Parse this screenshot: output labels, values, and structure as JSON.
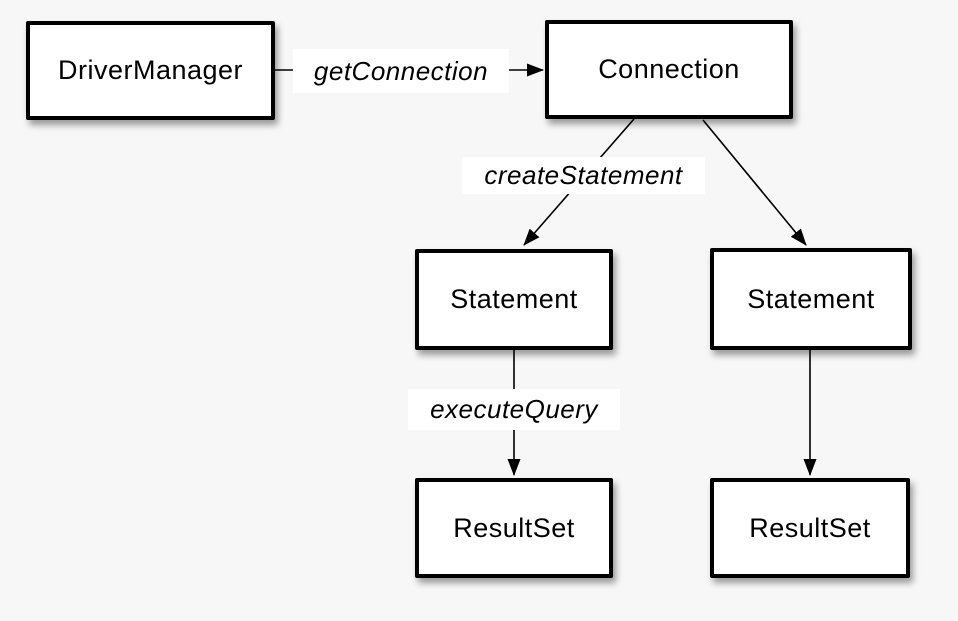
{
  "diagram": {
    "background_color": "#f7f7f7",
    "node_fill_color": "#ffffff",
    "node_border_color": "#000000",
    "line_color": "#000000",
    "nodes": {
      "driver_manager": {
        "label": "DriverManager"
      },
      "connection": {
        "label": "Connection"
      },
      "statement_left": {
        "label": "Statement"
      },
      "statement_right": {
        "label": "Statement"
      },
      "resultset_left": {
        "label": "ResultSet"
      },
      "resultset_right": {
        "label": "ResultSet"
      }
    },
    "edges": [
      {
        "from": "driver_manager",
        "to": "connection",
        "label": "getConnection",
        "direction": "right"
      },
      {
        "from": "connection",
        "to": "statement_left",
        "label": "createStatement",
        "direction": "down-left"
      },
      {
        "from": "connection",
        "to": "statement_right",
        "label": "",
        "direction": "down-right"
      },
      {
        "from": "statement_left",
        "to": "resultset_left",
        "label": "executeQuery",
        "direction": "down"
      },
      {
        "from": "statement_right",
        "to": "resultset_right",
        "label": "",
        "direction": "down"
      }
    ]
  }
}
